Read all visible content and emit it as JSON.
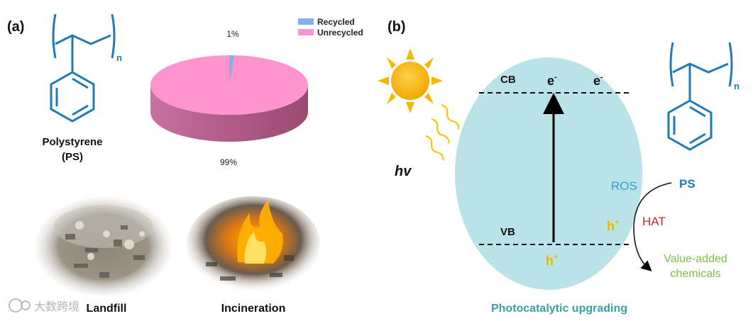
{
  "panel_a": {
    "tag": "(a)",
    "polymer_line1": "Polystyrene",
    "polymer_line2": "(PS)",
    "subscript_n": "n",
    "pie": {
      "legend": [
        {
          "label": "Recycled",
          "color": "#7fb2e5",
          "value": 1
        },
        {
          "label": "Unrecycled",
          "color": "#ff94cf",
          "value": 99
        }
      ],
      "label_small": "1%",
      "label_large": "99%"
    },
    "photo_left_caption": "Landfill",
    "photo_right_caption": "Incineration"
  },
  "panel_b": {
    "tag": "(b)",
    "hv": "hv",
    "cb": "CB",
    "vb": "VB",
    "electron1": "e",
    "electron2": "e",
    "electron_sup": "-",
    "hole_bottom": "h",
    "hole_mid": "h",
    "hole_sup": "+",
    "ros": "ROS",
    "ps": "PS",
    "hat": "HAT",
    "product_line1": "Value-added",
    "product_line2": "chemicals",
    "caption": "Photocatalytic upgrading",
    "subscript_n": "n"
  },
  "watermark": "大数跨境",
  "colors": {
    "polymer_blue": "#1f7ab5",
    "cell_fill": "#b9e3e6",
    "sun_yellow": "#f5b800",
    "hole_yellow": "#f0b400",
    "ros_blue": "#2ea0d8",
    "hat_red": "#c0282f",
    "product_green": "#7dc142",
    "caption_teal": "#3a9da6"
  }
}
